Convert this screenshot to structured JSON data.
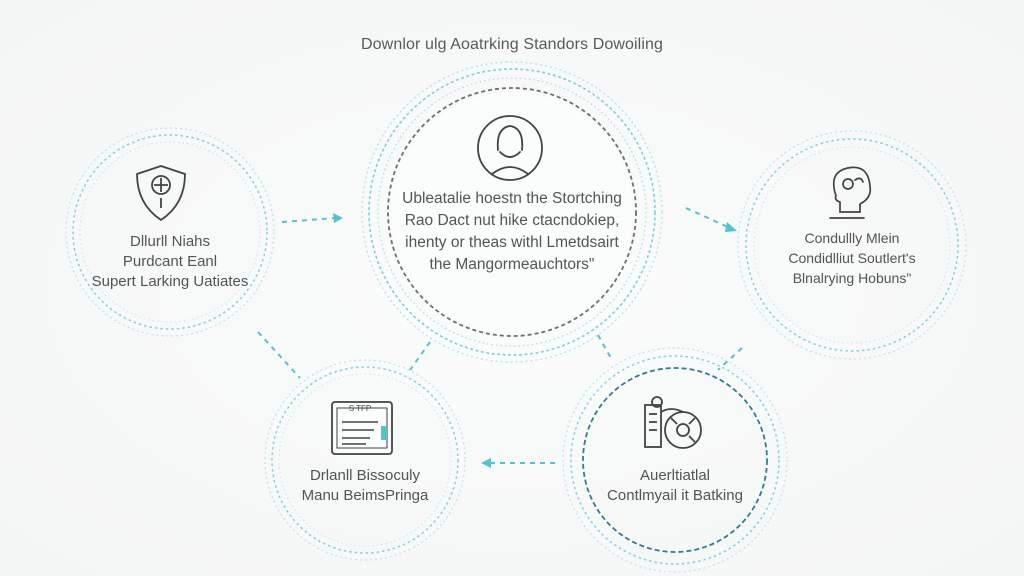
{
  "title": "Downlor ulg Aoatrking Standors Dowoiling",
  "nodes": {
    "center": {
      "icon": "person-icon",
      "lines": [
        "Ubleatalie hoestn the Stortching",
        "Rao Dact nut hike ctacndokiep,",
        "ihenty or theas withl Lmetdsairt",
        "the Mangormeauchtors\""
      ]
    },
    "left": {
      "icon": "shield-icon",
      "lines": [
        "Dllurll Niahs",
        "Purdcant Eanl",
        "Supert Larking Uatiates"
      ]
    },
    "right": {
      "icon": "thinking-head-icon",
      "lines": [
        "Condullly Mlein",
        "Condidlliut Soutlert's",
        "Blnalrying Hobuns\""
      ]
    },
    "bottom_left": {
      "icon": "document-icon",
      "icon_label": "S TFP",
      "lines": [
        "Drlanll Bissoculy",
        "Manu BeimsPringa"
      ]
    },
    "bottom_right": {
      "icon": "vault-icon",
      "lines": [
        "Auerltiatlal",
        "Contlmyail it Batking"
      ]
    }
  },
  "colors": {
    "ring_teal": "#5cc4d6",
    "ring_light": "#a9dde6",
    "ring_dark": "#666b6e",
    "arrow": "#55c2cf",
    "text": "#4f5558",
    "icon": "#3f4447"
  }
}
